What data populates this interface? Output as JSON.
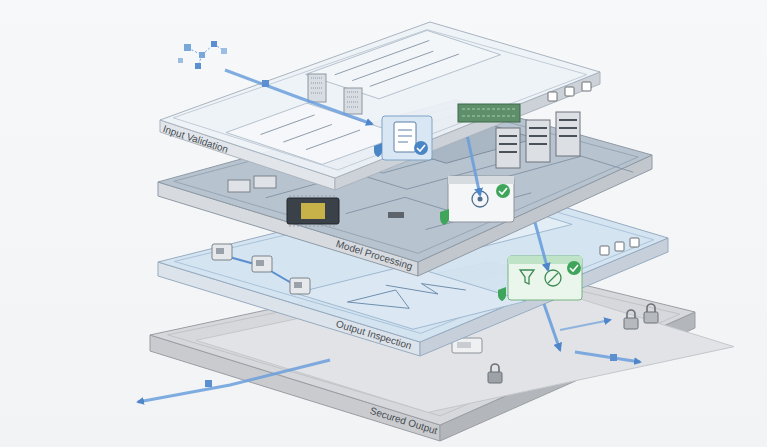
{
  "diagram": {
    "nodes": [
      {
        "text": [
          "Input Validation"
        ]
      },
      {
        "text": [
          "Model Processing"
        ]
      },
      {
        "text": [
          "Output Inspection"
        ]
      },
      {
        "text": [
          "Secured Output"
        ]
      }
    ],
    "edges": [
      {
        "from": 0,
        "to": 1,
        "arrow": "to"
      },
      {
        "from": 1,
        "to": 2,
        "arrow": "to"
      },
      {
        "from": 2,
        "to": 3,
        "arrow": "to"
      }
    ]
  }
}
